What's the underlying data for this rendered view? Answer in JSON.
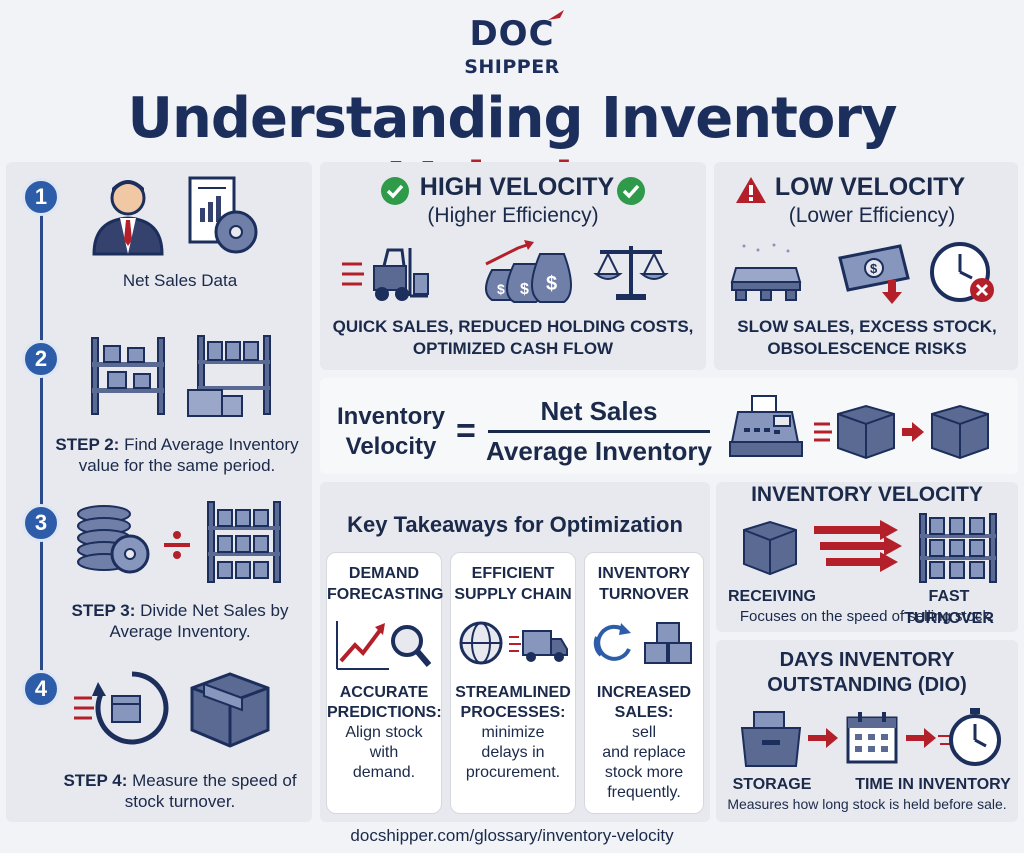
{
  "brand": {
    "logo_top": "DOC",
    "logo_bottom": "SHIPPER"
  },
  "title": {
    "main": "Understanding Inventory ",
    "accent": "Velocity"
  },
  "steps": [
    {
      "number": "1",
      "bold": "",
      "text": "Net Sales Data"
    },
    {
      "number": "2",
      "bold": "STEP 2:",
      "text": " Find Average Inventory value for the same period."
    },
    {
      "number": "3",
      "bold": "STEP 3:",
      "text": " Divide Net Sales by Average Inventory."
    },
    {
      "number": "4",
      "bold": "STEP 4:",
      "text": " Measure the speed of stock turnover."
    }
  ],
  "high_velocity": {
    "title": "HIGH VELOCITY",
    "subtitle": "(Higher Efficiency)",
    "benefits_line1": "QUICK SALES, REDUCED HOLDING COSTS,",
    "benefits_line2": "OPTIMIZED CASH FLOW"
  },
  "low_velocity": {
    "title": "LOW VELOCITY",
    "subtitle": "(Lower Efficiency)",
    "risks_line1": "SLOW SALES, EXCESS STOCK,",
    "risks_line2": "OBSOLESCENCE RISKS"
  },
  "formula": {
    "lhs_line1": "Inventory",
    "lhs_line2": "Velocity",
    "equals": "=",
    "numerator": "Net Sales",
    "denominator": "Average Inventory"
  },
  "takeaways": {
    "title": "Key Takeaways for Optimization",
    "cards": [
      {
        "title1": "DEMAND",
        "title2": "FORECASTING",
        "sub1": "ACCURATE",
        "sub2": "PREDICTIONS:",
        "desc": [
          "Align stock",
          "with",
          "demand."
        ]
      },
      {
        "title1": "EFFICIENT",
        "title2": "SUPPLY CHAIN",
        "sub1": "STREAMLINED",
        "sub2": "PROCESSES:",
        "desc": [
          "minimize",
          "delays in",
          "procurement."
        ]
      },
      {
        "title1": "INVENTORY",
        "title2": "TURNOVER",
        "sub1": "INCREASED",
        "sub2": "SALES:",
        "desc": [
          "sell",
          "and replace",
          "stock more",
          "frequently."
        ]
      }
    ]
  },
  "inventory_velocity_panel": {
    "title": "INVENTORY VELOCITY",
    "label_left": "RECEIVING",
    "label_right": "FAST TURNOVER",
    "caption": "Focuses on the speed of selling stock."
  },
  "dio_panel": {
    "title_line1": "DAYS INVENTORY",
    "title_line2": "OUTSTANDING (DIO)",
    "label_left": "STORAGE",
    "label_right": "TIME IN INVENTORY",
    "caption": "Measures how long stock is held before sale."
  },
  "footer": {
    "url": "docshipper.com/glossary/inventory-velocity"
  },
  "colors": {
    "navy": "#1c2e5c",
    "red": "#b3202a",
    "blue": "#2d5da8",
    "green": "#2e9a4a",
    "panel": "#e7e9ee"
  }
}
